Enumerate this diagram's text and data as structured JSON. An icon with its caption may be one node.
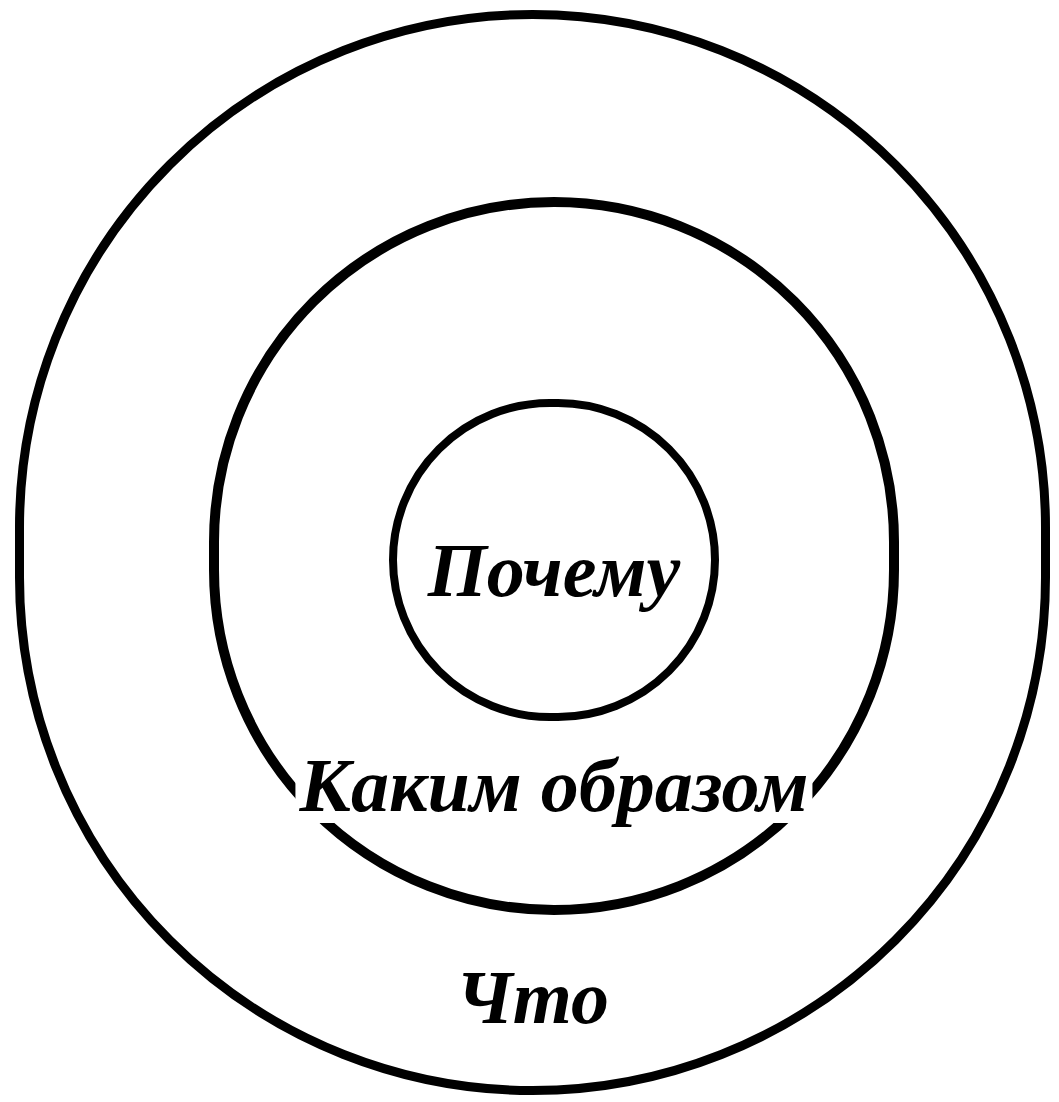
{
  "diagram": {
    "nodes": [
      {
        "text": [
          "Что"
        ]
      },
      {
        "text": [
          "Каким образом"
        ],
        "in": 0
      },
      {
        "text": [
          "Почему"
        ],
        "in": 1
      }
    ]
  }
}
